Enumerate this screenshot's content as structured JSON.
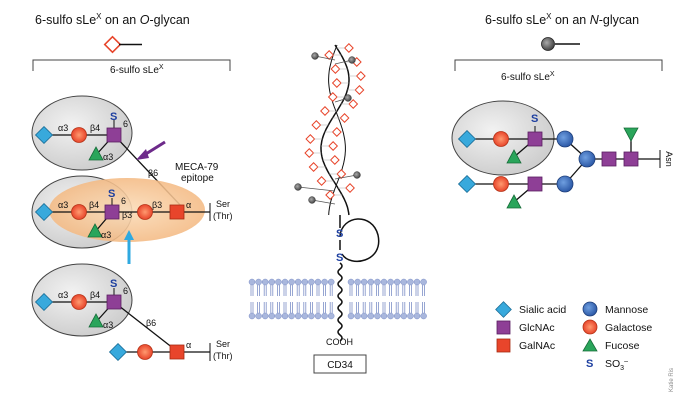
{
  "left_panel": {
    "title_main": "6-sulfo sLe",
    "title_sup": "X",
    "title_mid": " on an ",
    "title_glycan_type": "O",
    "title_end": "-glycan",
    "sublabel_main": "6-sulfo sLe",
    "sublabel_sup": "X",
    "epitope_label_1": "MECA-79",
    "epitope_label_2": "epitope",
    "linkages": {
      "a3": "α3",
      "b4": "β4",
      "six": "6",
      "b6": "β6",
      "b3": "β3",
      "alpha": "α"
    },
    "sulfate": "S",
    "anchor_1": "Ser",
    "anchor_2": "(Thr)"
  },
  "center_panel": {
    "s_top": "S",
    "s_bottom": "S",
    "terminal": "COOH",
    "protein_label": "CD34"
  },
  "right_panel": {
    "title_main": "6-sulfo sLe",
    "title_sup": "X",
    "title_mid": " on an ",
    "title_glycan_type": "N",
    "title_end": "-glycan",
    "sublabel_main": "6-sulfo sLe",
    "sublabel_sup": "X",
    "sulfate": "S",
    "anchor": "Asn"
  },
  "legend": {
    "sialic_acid": "Sialic acid",
    "glcnac": "GlcNAc",
    "galnac": "GalNAc",
    "mannose": "Mannose",
    "galactose": "Galactose",
    "fucose": "Fucose",
    "sulfate_symbol": "S",
    "sulfate_formula": "SO",
    "sulfate_sub": "3",
    "sulfate_sup": "–"
  },
  "credit": "Katie Ris",
  "colors": {
    "sialic": "#38a9dc",
    "glcnac": "#8e3f96",
    "galnac": "#e8452b",
    "mannose": "#3a6bb3",
    "galactose": "#ea5a35",
    "fucose": "#2aa55b",
    "sulfur": "#1d3fa0",
    "ellipse": "#d9d9d9",
    "epitope": "#f6c99b",
    "arrow_purple": "#6d2a8a",
    "arrow_blue": "#2fa9e0",
    "membrane": "#a9b7dd"
  }
}
